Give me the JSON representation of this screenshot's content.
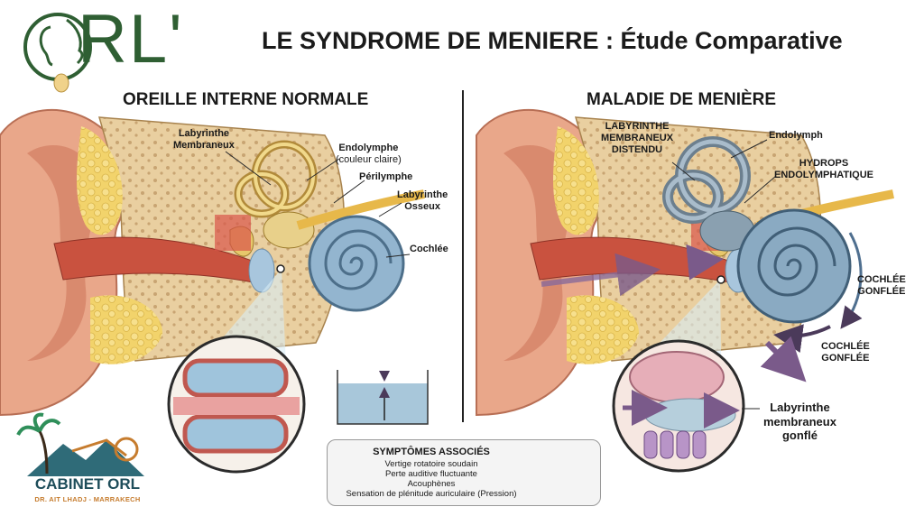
{
  "header": {
    "logo_text": "RL'",
    "title": "LE SYNDROME DE MENIERE : Étude Comparative"
  },
  "left_panel": {
    "title": "OREILLE INTERNE NORMALE",
    "labels": {
      "labyrinthe_membraneux_1": "Labyrinthe",
      "labyrinthe_membraneux_2": "Membraneux",
      "endolymphe": "Endolymphe",
      "endolymphe_note": "(couleur claire)",
      "perilymphe": "Périlymphe",
      "labyrinthe_osseux_1": "Labyrinthe",
      "labyrinthe_osseux_2": "Osseux",
      "cochlee": "Cochlée"
    }
  },
  "right_panel": {
    "title": "MALADIE DE MENIÈRE",
    "labels": {
      "distendu_1": "LABYRINTHE",
      "distendu_2": "MEMBRANEUX",
      "distendu_3": "DISTENDU",
      "endolymph": "Endolymph",
      "hydrops_1": "HYDROPS",
      "hydrops_2": "ENDOLYMPHATIQUE",
      "cochlee_gonflee_a1": "COCHLÉE",
      "cochlee_gonflee_a2": "GONFLÉE",
      "cochlee_gonflee_b1": "COCHLÉE",
      "cochlee_gonflee_b2": "GONFLÉE",
      "gonfle_1": "Labyrinthe",
      "gonfle_2": "membraneux",
      "gonfle_3": "gonflé"
    }
  },
  "symptoms": {
    "title": "SYMPTÔMES ASSOCIÉS",
    "items": [
      "Vertige rotatoire soudain",
      "Perte auditive fluctuante",
      "Acouphènes",
      "Sensation de plénitude auriculaire (Pression)"
    ]
  },
  "cabinet": {
    "name": "CABINET ORL",
    "subtitle": "DR. AIT LHADJ - MARRAKECH"
  },
  "colors": {
    "logo_green": "#2f5f33",
    "cabinet_teal": "#1e4d5a",
    "cabinet_orange": "#c67c2e"
  }
}
